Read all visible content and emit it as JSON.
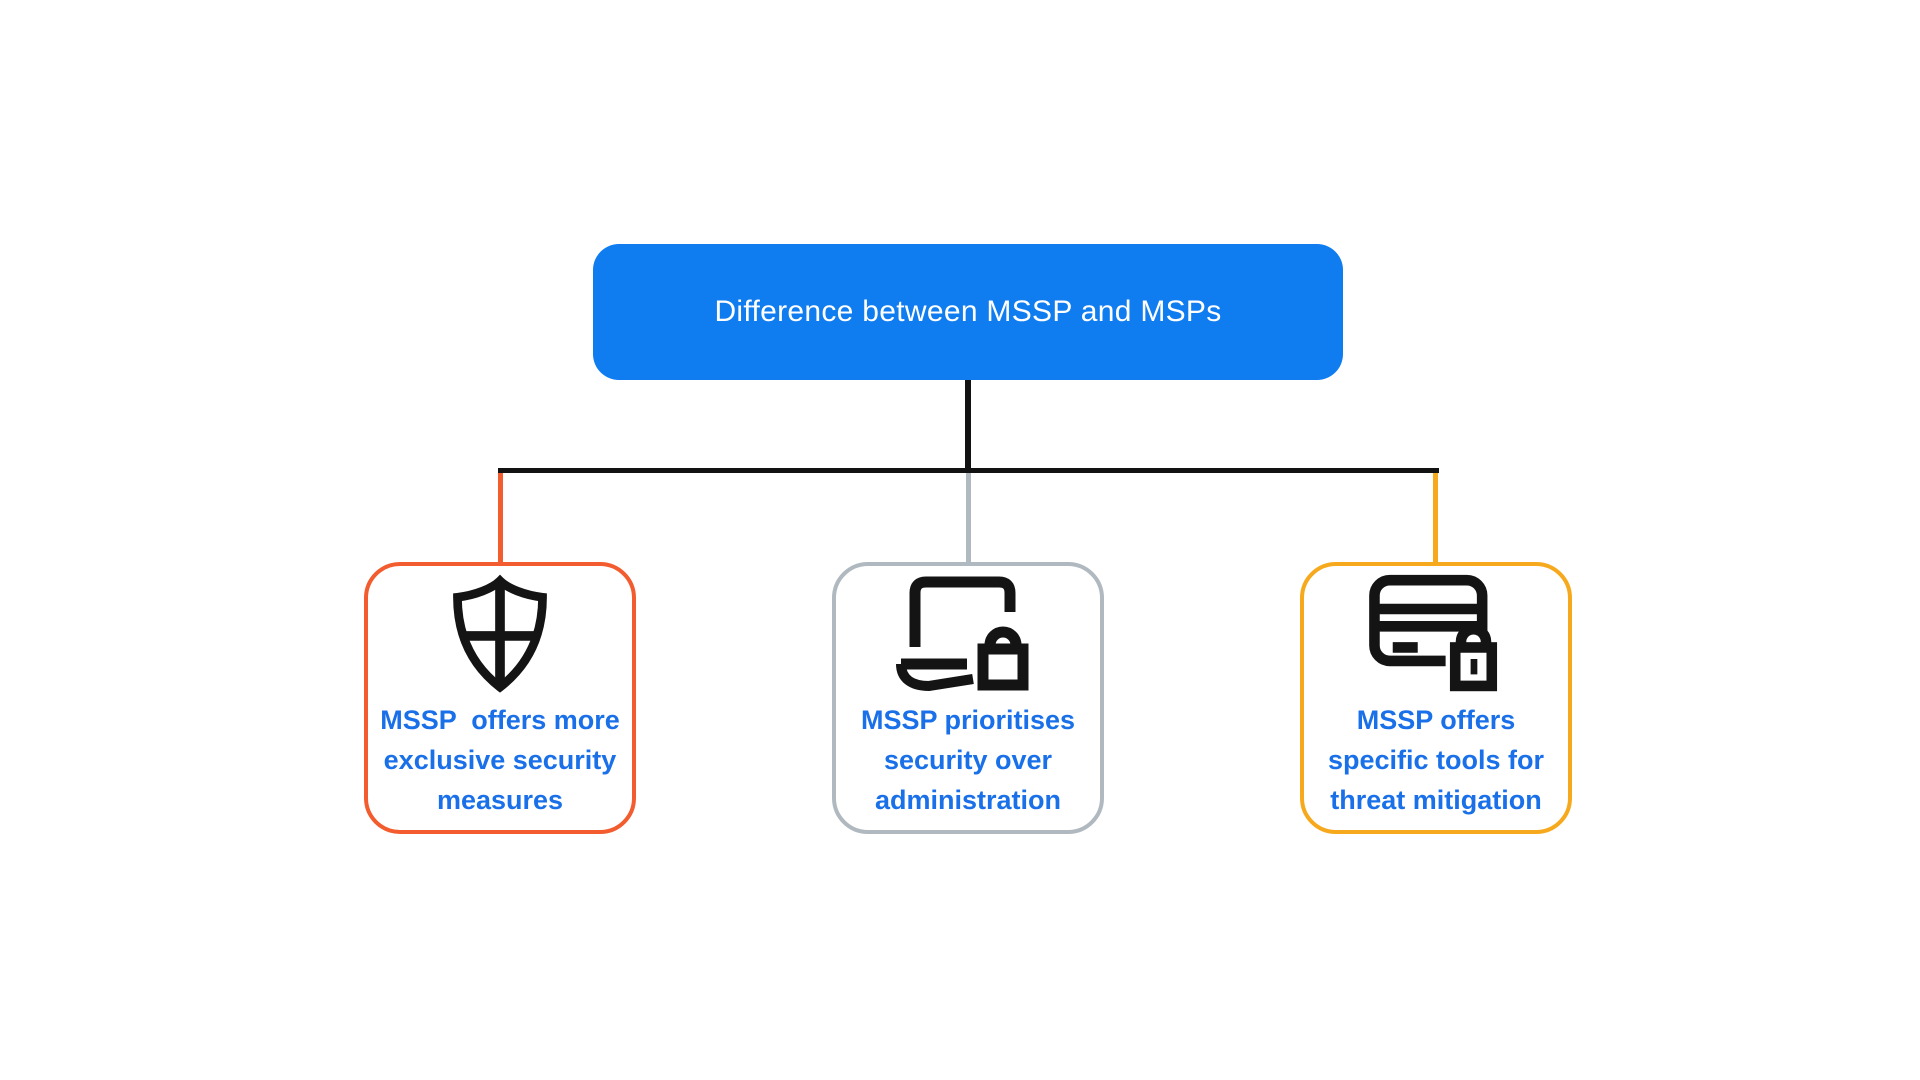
{
  "title_box": {
    "label": "Difference between MSSP and MSPs",
    "bg_color": "#0f7cf0",
    "text_color": "#ffffff"
  },
  "connector": {
    "line_color": "#121212"
  },
  "card_text_color": "#1a70e8",
  "icon_color": "#141414",
  "cards": [
    {
      "id": "exclusive-security",
      "icon": "shield-cross-icon",
      "accent_color": "#f25c2e",
      "text": "MSSP  offers more\nexclusive security\nmeasures"
    },
    {
      "id": "security-over-administration",
      "icon": "laptop-lock-icon",
      "accent_color": "#b0b9c0",
      "text": "MSSP prioritises\nsecurity over\nadministration"
    },
    {
      "id": "threat-mitigation",
      "icon": "credit-card-lock-icon",
      "accent_color": "#f7a91d",
      "text": "MSSP offers\nspecific tools for\nthreat mitigation"
    }
  ]
}
